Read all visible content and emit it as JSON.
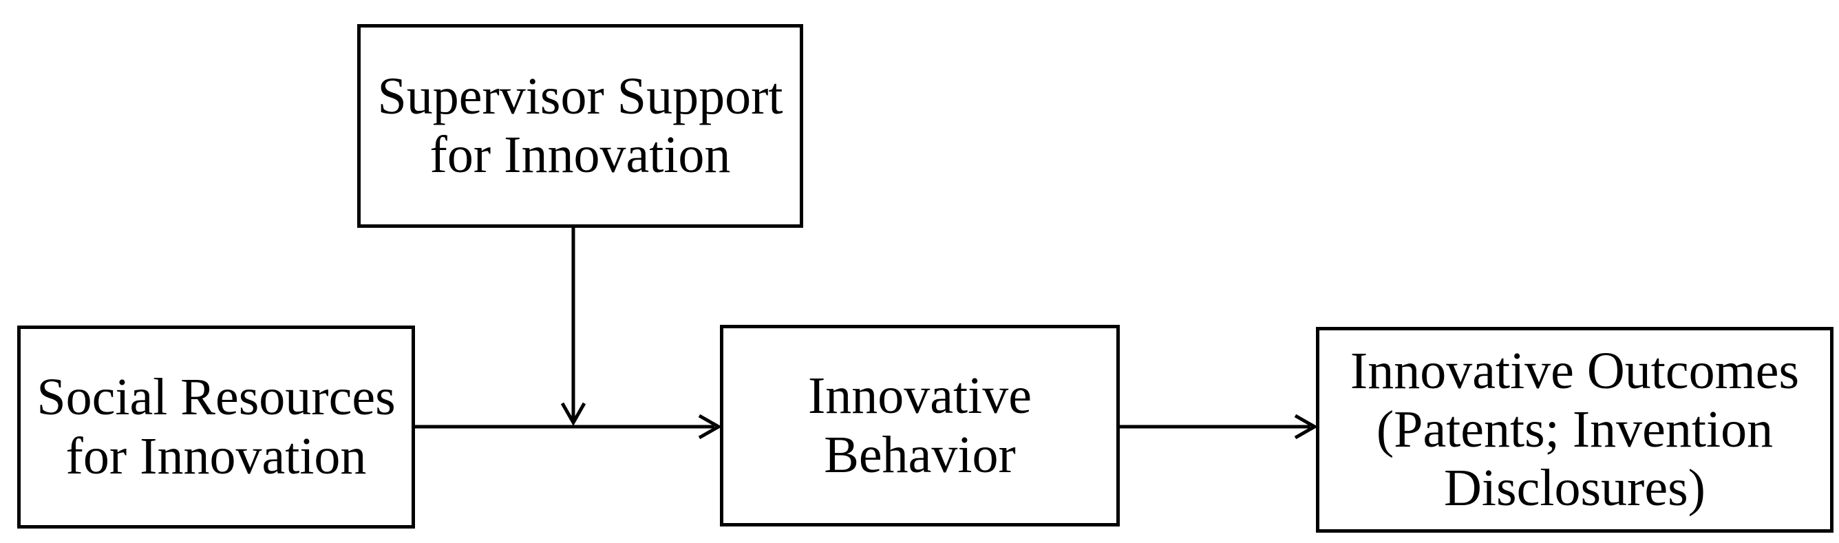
{
  "figure": {
    "kind": "conceptual-model-flow-diagram",
    "background": "#ffffff"
  },
  "colors": {
    "box_border": "#000000",
    "box_fill": "#ffffff",
    "arrow": "#000000",
    "text": "#000000"
  },
  "nodes": [
    {
      "id": "supervisor-support",
      "lines": [
        "Supervisor Support",
        "for Innovation"
      ]
    },
    {
      "id": "social-resources",
      "lines": [
        "Social Resources",
        "for Innovation"
      ]
    },
    {
      "id": "innovative-behavior",
      "lines": [
        "Innovative",
        "Behavior"
      ]
    },
    {
      "id": "innovative-outcomes",
      "lines": [
        "Innovative Outcomes",
        "(Patents; Invention",
        "Disclosures)"
      ]
    }
  ],
  "edges": [
    {
      "from": "social-resources",
      "to": "innovative-behavior",
      "style": "arrow"
    },
    {
      "from": "supervisor-support",
      "to": "arrow:social-resources->innovative-behavior",
      "style": "arrow"
    },
    {
      "from": "innovative-behavior",
      "to": "innovative-outcomes",
      "style": "arrow"
    }
  ]
}
